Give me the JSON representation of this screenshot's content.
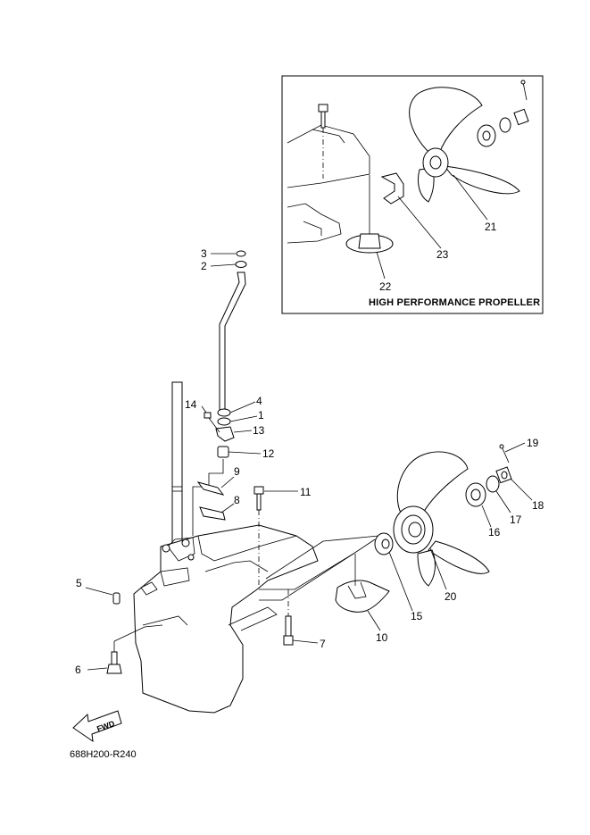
{
  "labels": {
    "l1": "1",
    "l2": "2",
    "l3": "3",
    "l4": "4",
    "l5": "5",
    "l6": "6",
    "l7": "7",
    "l8": "8",
    "l9": "9",
    "l10": "10",
    "l11": "11",
    "l12": "12",
    "l13": "13",
    "l14": "14",
    "l15": "15",
    "l16": "16",
    "l17": "17",
    "l18": "18",
    "l19": "19",
    "l20": "20",
    "l21": "21",
    "l22": "22",
    "l23": "23"
  },
  "inset": {
    "caption": "HIGH PERFORMANCE PROPELLER"
  },
  "fwd_arrow": {
    "text": "FWD"
  },
  "diagram_code": "688H200-R240"
}
